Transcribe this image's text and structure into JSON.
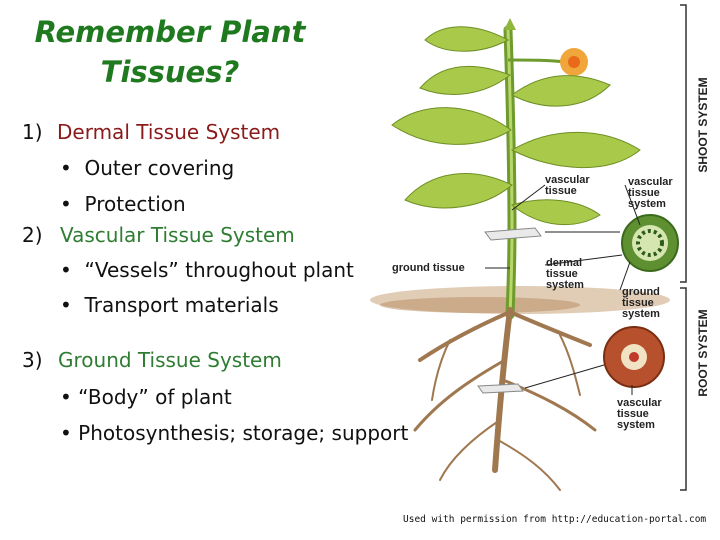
{
  "title": "Remember Plant Tissues?",
  "items": [
    {
      "num": "1)",
      "label": "Dermal Tissue System",
      "bullets": [
        "Outer covering",
        "Protection"
      ]
    },
    {
      "num": "2)",
      "label": "Vascular Tissue System",
      "bullets": [
        "“Vessels” throughout plant",
        "Transport materials"
      ]
    },
    {
      "num": "3)",
      "label": "Ground Tissue System",
      "bullets": [
        "“Body” of plant",
        "Photosynthesis; storage; support"
      ]
    }
  ],
  "bullet_glyph": "•",
  "diagram": {
    "labels": {
      "vascular_tissue": "vascular\ntissue",
      "vascular_tissue_system_top": "vascular\ntissue\nsystem",
      "ground_tissue": "ground tissue",
      "dermal_tissue_system": "dermal\ntissue\nsystem",
      "ground_tissue_system": "ground\ntissue\nsystem",
      "vascular_tissue_system_bottom": "vascular\ntissue\nsystem"
    },
    "shoot_system": "SHOOT SYSTEM",
    "root_system": "ROOT SYSTEM"
  },
  "credit": "Used with permission from http://education-portal.com",
  "colors": {
    "title": "#1f7a1f",
    "dermal": "#8b1a1a",
    "vascular": "#2e7d32",
    "ground": "#2e7d32",
    "leaf": "#9cbf3c",
    "stem": "#6e9a2e",
    "root": "#a07850"
  }
}
